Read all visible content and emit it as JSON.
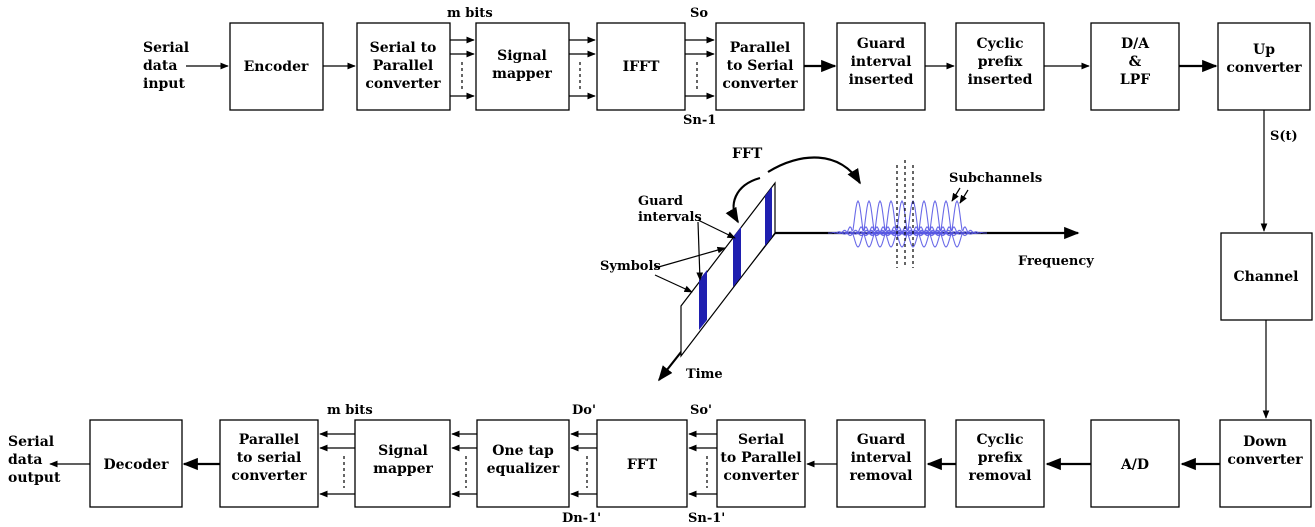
{
  "tx": {
    "input": [
      "Serial",
      "data",
      "input"
    ],
    "encoder": [
      "Encoder"
    ],
    "s2p": [
      "Serial to",
      "Parallel",
      "converter"
    ],
    "m_bits": "m bits",
    "mapper": [
      "Signal",
      "mapper"
    ],
    "ifft": [
      "IFFT"
    ],
    "s0": "So",
    "sn1": "Sn-1",
    "p2s": [
      "Parallel",
      "to Serial",
      "converter"
    ],
    "guard": [
      "Guard",
      "interval",
      "inserted"
    ],
    "cyclic": [
      "Cyclic",
      "prefix",
      "inserted"
    ],
    "da": [
      "D/A",
      "&",
      "LPF"
    ],
    "up": [
      "Up",
      "converter"
    ],
    "st": "S(t)"
  },
  "channel": [
    "Channel"
  ],
  "rx": {
    "down": [
      "Down",
      "converter"
    ],
    "ad": [
      "A/D"
    ],
    "cyclic": [
      "Cyclic",
      "prefix",
      "removal"
    ],
    "guard": [
      "Guard",
      "interval",
      "removal"
    ],
    "s2p": [
      "Serial",
      "to Parallel",
      "converter"
    ],
    "s0p": "So'",
    "sn1p": "Sn-1'",
    "fft": [
      "FFT"
    ],
    "d0p": "Do'",
    "dn1p": "Dn-1'",
    "eq": [
      "One tap",
      "equalizer"
    ],
    "mapper": [
      "Signal",
      "mapper"
    ],
    "m_bits": "m bits",
    "p2s": [
      "Parallel",
      "to serial",
      "converter"
    ],
    "decoder": [
      "Decoder"
    ],
    "output": [
      "Serial",
      "data",
      "output"
    ]
  },
  "illus": {
    "fft": "FFT",
    "subchannels": "Subchannels",
    "guard": [
      "Guard",
      "intervals"
    ],
    "symbols": "Symbols",
    "frequency": "Frequency",
    "time": "Time"
  },
  "colors": {
    "guard_bar": "#1f1fb0",
    "subchannel_wave": "#5a5ae6"
  }
}
